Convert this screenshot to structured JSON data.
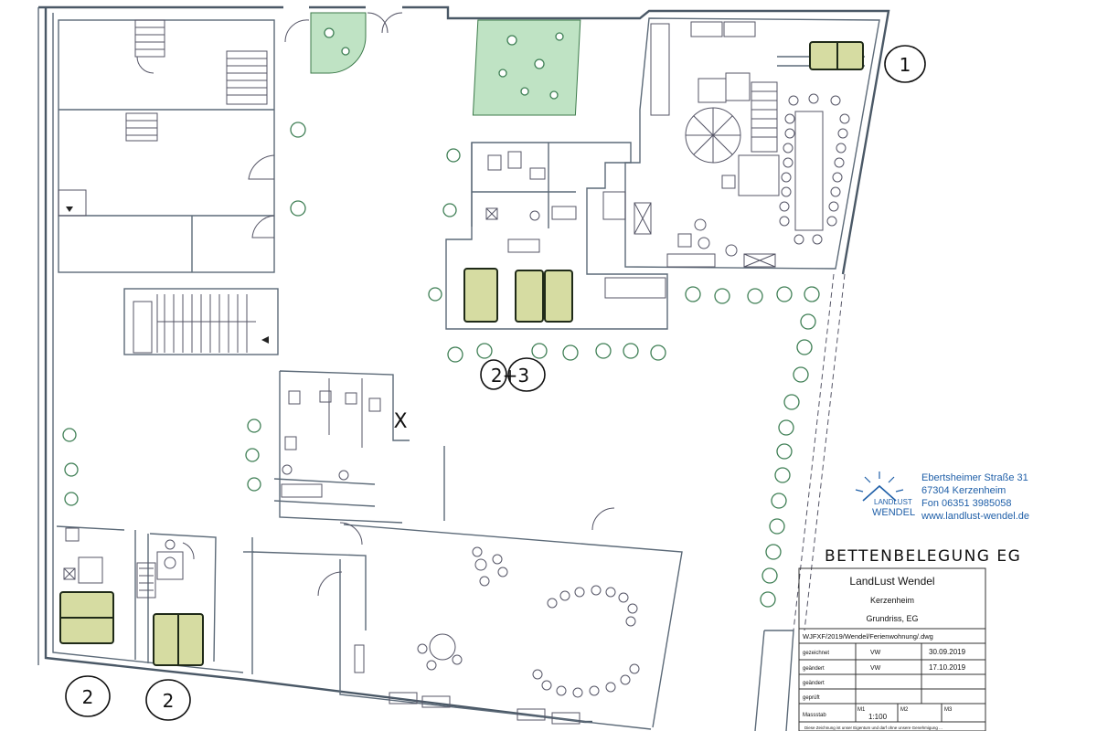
{
  "annotations": {
    "label_1": "1",
    "label_2_3": "2+3",
    "label_2_left": "2",
    "label_2_right": "2",
    "heading": "BETTENBELEGUNG EG",
    "mark_x": "X"
  },
  "logo": {
    "brand_line1": "LANDLUST",
    "brand_line2": "WENDEL"
  },
  "address": {
    "street": "Ebertsheimer Straße 31",
    "city": "67304 Kerzenheim",
    "phone": "Fon 06351 3985058",
    "web": "www.landlust-wendel.de"
  },
  "title_block": {
    "project": "LandLust Wendel",
    "location": "Kerzenheim",
    "drawing": "Grundriss, EG",
    "file": "WJFXF/2019/Wendel/Ferienwohnung/.dwg",
    "rows": [
      {
        "label": "gezeichnet",
        "who": "VW",
        "date": "30.09.2019"
      },
      {
        "label": "geändert",
        "who": "VW",
        "date": "17.10.2019"
      },
      {
        "label": "geändert",
        "who": "",
        "date": ""
      },
      {
        "label": "geprüft",
        "who": "",
        "date": ""
      }
    ],
    "scale_label": "Massstab",
    "m1": "M1",
    "m1_value": "1:100",
    "m2": "M2",
    "m3": "M3",
    "footer": "Diese Zeichnung ist unser Eigentum und darf ohne unsere Genehmigung ..."
  }
}
